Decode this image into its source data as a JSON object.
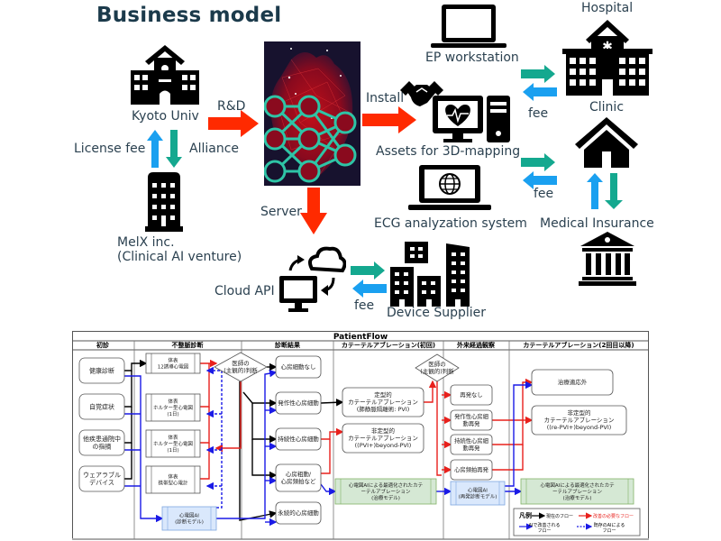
{
  "title": "Business model",
  "business_model": {
    "entities": {
      "kyoto_univ": "Kyoto Univ",
      "melx": "MelX inc.",
      "melx_sub": "(Clinical AI venture)",
      "ep_workstation": "EP workstation",
      "assets_3d": "Assets for 3D-mapping",
      "ecg_system": "ECG analyzation system",
      "hospital": "Hospital",
      "clinic": "Clinic",
      "medical_insurance": "Medical Insurance",
      "cloud_api": "Cloud API",
      "device_supplier": "Device Supplier"
    },
    "flows": {
      "rd": "R&D",
      "install": "Install",
      "server": "Server",
      "license_fee": "License fee",
      "alliance": "Alliance",
      "fee_hospital": "fee",
      "fee_clinic": "fee",
      "fee_supplier": "fee"
    },
    "colors": {
      "red_arrow": "#ff2a00",
      "teal_arrow": "#14a88f",
      "blue_arrow": "#1aa0f0",
      "ai_network": "#2ec4a6"
    }
  },
  "patient_flow": {
    "title": "PatientFlow",
    "columns": [
      "初診",
      "不整脈診断",
      "診断結果",
      "カテーテルアブレーション(初回)",
      "外来経過観察",
      "カテーテルアブレーション(2回目以降)"
    ],
    "initial": [
      "健康診断",
      "自覚症状",
      "他疾患通院中の指摘",
      "ウェアラブルデバイス"
    ],
    "initial_lines": [
      [
        "健康診断"
      ],
      [
        "自覚症状"
      ],
      [
        "他疾患通院中",
        "の指摘"
      ],
      [
        "ウェアラブル",
        "デバイス"
      ]
    ],
    "diagnosis_tests": [
      [
        "体表",
        "12誘導心電図"
      ],
      [
        "体表",
        "ホルター型心電図",
        "(1日)"
      ],
      [
        "体表",
        "ホルター型心電図",
        "(1日)"
      ],
      [
        "体表",
        "携帯型心電計"
      ]
    ],
    "ai_diagnosis": [
      "心電図AI",
      "(診断モデル)"
    ],
    "decision1": [
      "医師の",
      "(主観的)判断"
    ],
    "results": [
      [
        "心房細動なし"
      ],
      [
        "発作性心房細動"
      ],
      [
        "持続性心房細動"
      ],
      [
        "心房粗動/",
        "心房頻拍など"
      ],
      [
        "永続的心房細動"
      ]
    ],
    "ablation_first": [
      [
        "定型的",
        "カテーテルアブレーション",
        "(肺静脈隔離術: PVI)"
      ],
      [
        "非定型的",
        "カテーテルアブレーション",
        "((PVI+)beyond-PVI)"
      ]
    ],
    "ai_ablation": [
      "心電図AIによる最適化されたカテ",
      "ーテルアブレーション",
      "(治療モデル)"
    ],
    "decision2": [
      "医師の",
      "(主観的)判断"
    ],
    "followup": [
      [
        "再発なし"
      ],
      [
        "発作性心房細",
        "動再発"
      ],
      [
        "持続性心房細",
        "動再発"
      ],
      [
        "心房頻拍再発"
      ]
    ],
    "ai_recurrence": [
      "心電図AI",
      "(再発診断モデル)"
    ],
    "ablation_second": [
      [
        "治療適応外"
      ],
      [
        "非定型的",
        "カテーテルアブレーション",
        "((re-PVI+)beyond-PVI)"
      ]
    ],
    "ai_ablation2": [
      "心電図AIによる最適化されたカテ",
      "ーテルアブレーション",
      "(治療モデル)"
    ],
    "legend": {
      "title": "凡例",
      "current": "現在のフロー",
      "needs_improvement": "改善の必要なフロー",
      "ai_improved": [
        "AIで改善される",
        "フロー"
      ],
      "existing_ai": [
        "既存のAIによる",
        "フロー"
      ]
    },
    "colors": {
      "current": "#000000",
      "needs_improvement": "#e8201c",
      "ai_improved": "#1a1ae6",
      "ai_box": "#dae8fc",
      "ai_ablation_box": "#d5e8d4"
    }
  }
}
